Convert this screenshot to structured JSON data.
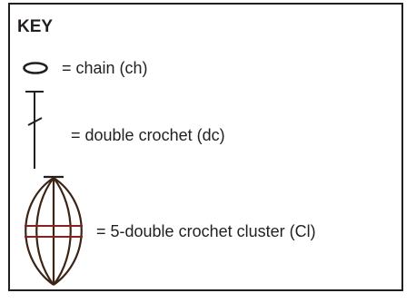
{
  "key": {
    "title": "KEY",
    "entries": [
      {
        "symbol": "chain-oval-icon",
        "label": "= chain (ch)"
      },
      {
        "symbol": "double-crochet-icon",
        "label": "= double crochet (dc)"
      },
      {
        "symbol": "cluster-icon",
        "label": "= 5-double crochet cluster (Cl)"
      }
    ]
  },
  "colors": {
    "ink": "#231f20",
    "cluster_stroke": "#3b2416",
    "cluster_crossbar": "#8b1e1e",
    "background": "#ffffff"
  }
}
